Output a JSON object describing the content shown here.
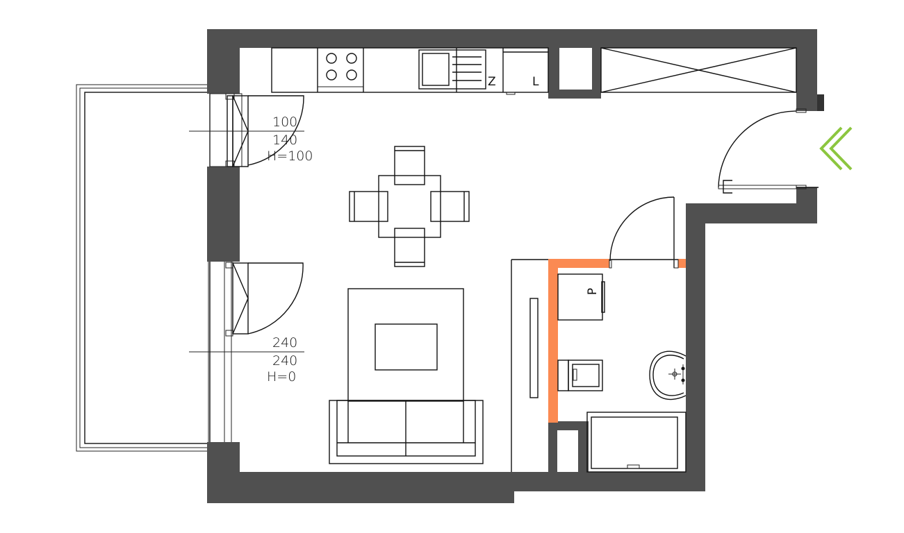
{
  "plan": {
    "type": "apartment floor plan",
    "colors": {
      "wall": "#505050",
      "bathroom_partition": "#fb8a52",
      "entrance_arrow": "#8cc63f",
      "line": "#111111",
      "background": "#ffffff"
    },
    "windows": [
      {
        "id": "window-upper",
        "width": "100",
        "height": "140",
        "sill": "H=100"
      },
      {
        "id": "balcony-door",
        "width": "240",
        "height": "240",
        "sill": "H=0"
      }
    ],
    "kitchen_labels": {
      "sink": "Z",
      "fridge": "L"
    },
    "bathroom_labels": {
      "washing_machine": "P"
    },
    "entrance": {
      "icon": "double-chevron-left-icon"
    }
  }
}
